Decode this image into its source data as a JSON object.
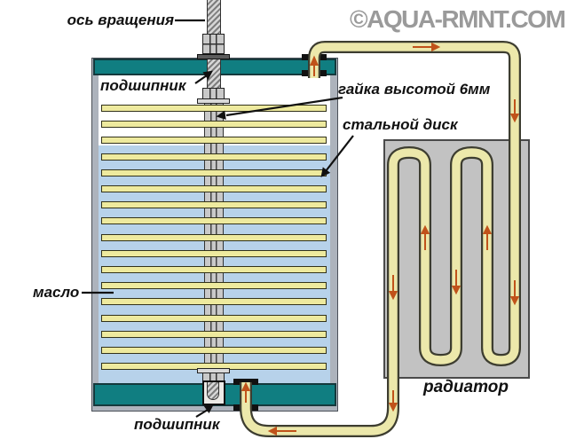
{
  "watermark": "©AQUA-RMNT.COM",
  "labels": {
    "rotation_axis": "ось вращения",
    "bearing_top": "подшипник",
    "nut_height": "гайка высотой 6мм",
    "steel_disk": "стальной диск",
    "oil": "масло",
    "bearing_bottom": "подшипник",
    "radiator": "радиатор"
  },
  "tank": {
    "disk_count": 17
  },
  "colors": {
    "teal": "#107e81",
    "teal-dark": "#14393c",
    "disk-yellow": "#eeea9e",
    "disk-border": "#32321a",
    "pipe-fill": "#ece8ab",
    "pipe-outline": "#3d3d30",
    "oil-blue": "#b7d2ea",
    "radiator-gray": "#c2c2c2",
    "wall-gray": "#adb3bc",
    "metal-gray": "#c9c9c9",
    "arrow-orange": "#c0521a",
    "watermark-gray": "#9a9a9a"
  }
}
